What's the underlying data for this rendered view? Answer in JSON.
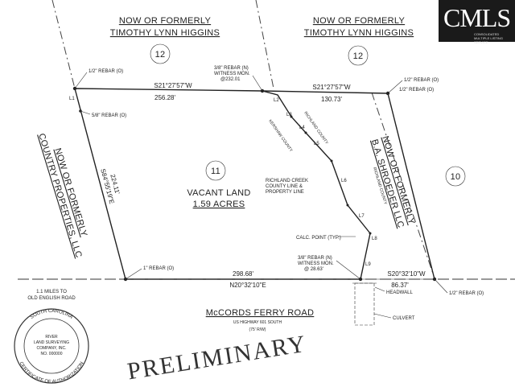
{
  "owners": {
    "top_left": {
      "line1": "NOW OR FORMERLY",
      "line2": "TIMOTHY LYNN HIGGINS",
      "lot": "12"
    },
    "top_right": {
      "line1": "NOW OR FORMERLY",
      "line2": "TIMOTHY LYNN HIGGINS",
      "lot": "12"
    },
    "left": {
      "line1": "NOW OR FORMERLY",
      "line2": "COUNTRY PROPERTIES, LLC"
    },
    "right": {
      "line1": "NOW OR FORMERLY",
      "line2": "B.A. SHROEDER LLC",
      "line3": "RICHLAND COUNTY",
      "lot": "10"
    }
  },
  "subject": {
    "lot": "11",
    "line1": "VACANT LAND",
    "line2": "1.59 ACRES"
  },
  "bearings": {
    "north_bearing_left": "S21°27'57\"W",
    "north_dist_left": "256.28'",
    "north_bearing_right": "S21°27'57\"W",
    "north_dist_right": "130.73'",
    "west_bearing": "S84°55'19\"E",
    "west_dist": "224.11'",
    "south_dist_left": "298.68'",
    "south_bearing": "N20°32'10\"E",
    "south_bearing_right": "S20°32'10\"W",
    "south_dist_right": "86.37'"
  },
  "callouts": {
    "rebar_nw": "1/2\" REBAR (O)",
    "rebar_w": "5/8\" REBAR (O)",
    "rebar_n_mid": "3/8\" REBAR (N)",
    "witness_n_1": "WITNESS MON.",
    "witness_n_2": "@232.01",
    "rebar_ne_1": "1/2\" REBAR (O)",
    "rebar_ne_2": "1/2\" REBAR (O)",
    "rebar_sw": "1\" REBAR (O)",
    "rebar_s_mid": "3/8\" REBAR (N)",
    "witness_s_1": "WITNESS MON.",
    "witness_s_2": "@ 28.63'",
    "rebar_se": "1/2\" REBAR (O)",
    "calc_point": "CALC. POINT (TYP.)",
    "headwall": "HEADWALL",
    "culvert": "CULVERT",
    "county_line_1": "RICHLAND CREEK",
    "county_line_2": "COUNTY LINE &",
    "county_line_3": "PROPERTY LINE",
    "richland_county": "RICHLAND COUNTY",
    "kershaw_county": "KERSHAW COUNTY",
    "distance_1": "1.1 MILES TO",
    "distance_2": "OLD ENGLISH ROAD"
  },
  "segments": [
    "L1",
    "L2",
    "L3",
    "L4",
    "L5",
    "L6",
    "L7",
    "L8",
    "L9"
  ],
  "road": {
    "name": "McCORDS FERRY ROAD",
    "sub1": "US HIGHWAY 601 SOUTH",
    "sub2": "(75' R/W)"
  },
  "seal": {
    "top": "SOUTH CAROLINA",
    "bottom": "CERTIFICATE OF AUTHORIZATION",
    "center1": "RIVER",
    "center2": "LAND SURVEYING",
    "center3": "COMPANY, INC.",
    "center4": "NO. 000000"
  },
  "stamp": "PRELIMINARY",
  "logo": {
    "brand": "CMLS",
    "tag": "CONSOLIDATED MULTIPLE LISTING SERVICE"
  }
}
